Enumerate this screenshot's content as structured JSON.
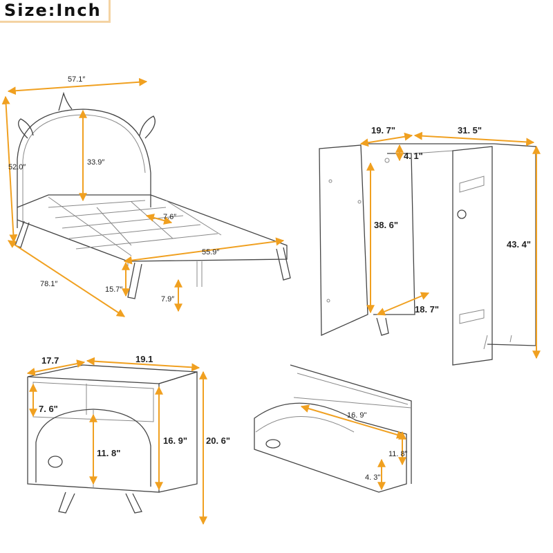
{
  "header": {
    "title": "Size:Inch"
  },
  "bed": {
    "width": "57.1″",
    "height": "52.0″",
    "headboard_height": "33.9″",
    "slat_gap": "7.6″",
    "length": "78.1″",
    "side_length": "55.9″",
    "rail_height": "15.7″",
    "clearance": "7.9″"
  },
  "wardrobe": {
    "depth": "19. 7\"",
    "width": "31. 5\"",
    "top_gap": "4. 1\"",
    "interior_height": "38. 6\"",
    "height": "43. 4\"",
    "interior_depth": "18. 7\""
  },
  "nightstand": {
    "depth": "17.7",
    "width": "19.1",
    "shelf_height": "7. 6\"",
    "door_height": "11. 8\"",
    "body_height": "16. 9\"",
    "height": "20. 6\""
  },
  "drawer": {
    "inner_width": "16. 9\"",
    "inner_depth": "11. 8\"",
    "inner_height": "4. 3\""
  },
  "colors": {
    "dimension": "#f0a020",
    "title_border": "#f4d3a3"
  }
}
